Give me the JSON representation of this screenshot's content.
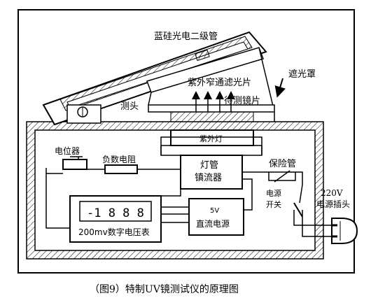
{
  "labels": {
    "photodiode": "蓝硅光电二级管",
    "uv_filter": "紫外窄通滤光片",
    "light_shield": "遮光罩",
    "probe": "测头",
    "lens_under_test": "待测镜片",
    "uv_lamp": "紫外灯",
    "ballast_line1": "灯管",
    "ballast_line2": "镇流器",
    "fuse": "保险管",
    "potentiometer": "电位器",
    "negative_resistor": "负数电阻",
    "mains_line1": "220V",
    "mains_line2": "电源插头",
    "power_switch_line1": "电源",
    "power_switch_line2": "开关",
    "voltmeter_display": "-1 8 8 8",
    "voltmeter": "200mv数字电压表",
    "dc_supply_line1": "5V",
    "dc_supply_line2": "直流电源"
  },
  "caption": "（图9）特制UV镜测试仪的原理图"
}
